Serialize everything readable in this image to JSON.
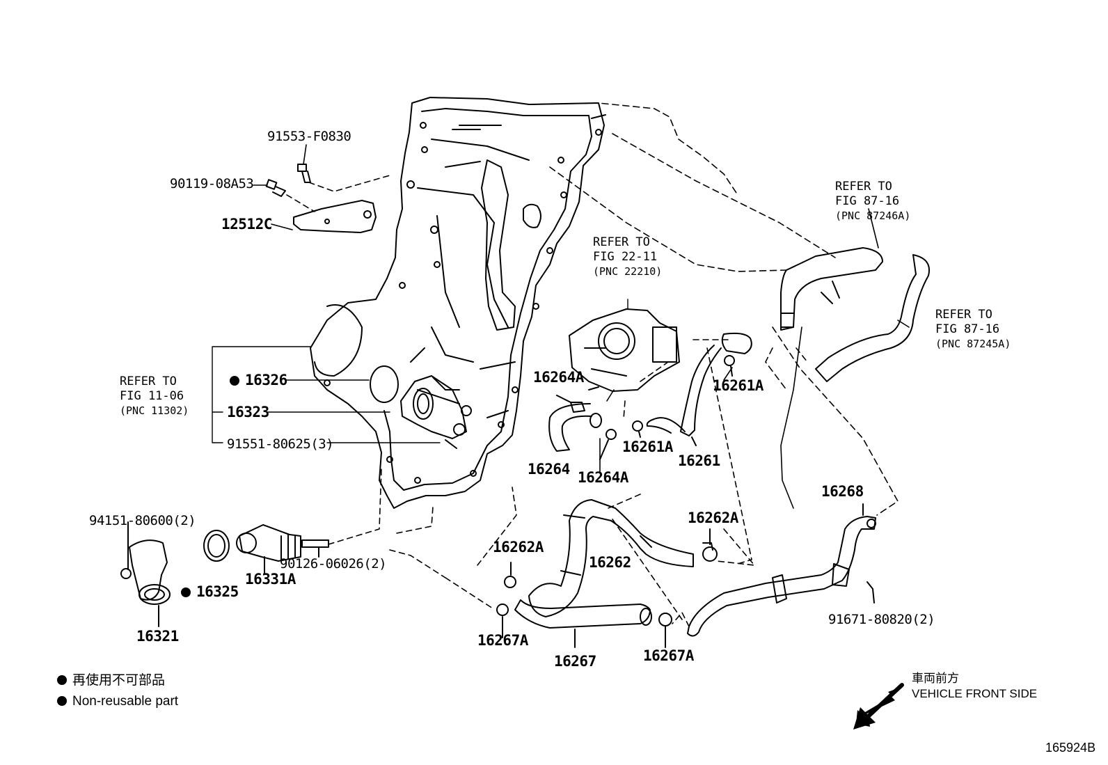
{
  "parts": {
    "p91553": "91553-F0830",
    "p90119": "90119-08A53",
    "p12512c": "12512C",
    "p16326": "16326",
    "p16323": "16323",
    "p91551": "91551-80625(3)",
    "p94151": "94151-80600(2)",
    "p16325": "16325",
    "p16331a": "16331A",
    "p90126": "90126-06026(2)",
    "p16321": "16321",
    "p16264a_top": "16264A",
    "p16264": "16264",
    "p16264a_bot": "16264A",
    "p16261a_top": "16261A",
    "p16261a_mid": "16261A",
    "p16261": "16261",
    "p16262a_left": "16262A",
    "p16262": "16262",
    "p16262a_right": "16262A",
    "p16268": "16268",
    "p91671": "91671-80820(2)",
    "p16267a_left": "16267A",
    "p16267": "16267",
    "p16267a_right": "16267A"
  },
  "refs": {
    "fig11": {
      "l1": "REFER TO",
      "l2": "FIG 11-06",
      "l3": "(PNC 11302)"
    },
    "fig22": {
      "l1": "REFER TO",
      "l2": "FIG 22-11",
      "l3": "(PNC 22210)"
    },
    "fig87a": {
      "l1": "REFER TO",
      "l2": "FIG 87-16",
      "l3": "(PNC 87246A)"
    },
    "fig87b": {
      "l1": "REFER TO",
      "l2": "FIG 87-16",
      "l3": "(PNC 87245A)"
    }
  },
  "legend": {
    "jp": "再使用不可部品",
    "en": "Non-reusable part"
  },
  "front": {
    "jp": "車両前方",
    "en": "VEHICLE FRONT SIDE"
  },
  "drawing_code": "165924B"
}
